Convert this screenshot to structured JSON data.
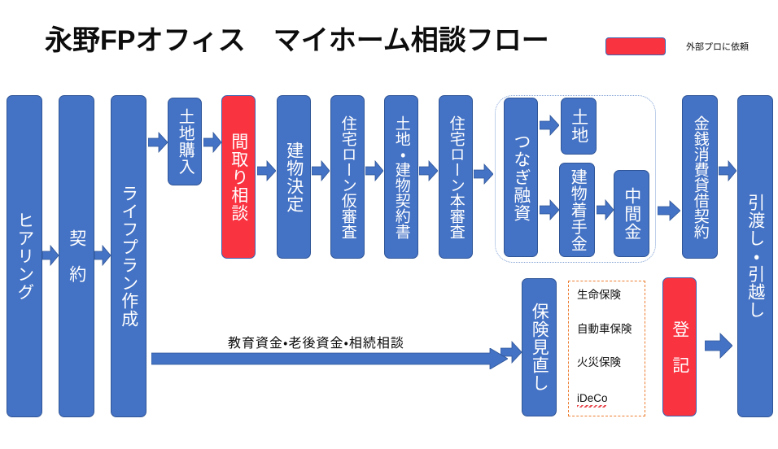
{
  "title": "永野FPオフィス　マイホーム相談フロー",
  "legend": {
    "label": "外部プロに依頼",
    "swatch_color": "#fa3341"
  },
  "colors": {
    "process_blue": "#4472c4",
    "external_red": "#fa3341",
    "group_outline": "#7f9fd4",
    "list_outline": "#ed7d31",
    "text_dark": "#0d0d0d"
  },
  "main_flow": [
    {
      "id": "hearing",
      "label": "ヒアリング",
      "type": "blue"
    },
    {
      "id": "contract",
      "label": "契　約",
      "type": "blue"
    },
    {
      "id": "lifeplan",
      "label": "ライフプラン作成",
      "type": "blue"
    },
    {
      "id": "land-purchase",
      "label": "土地購入",
      "type": "blue"
    },
    {
      "id": "floorplan",
      "label": "間取り相談",
      "type": "red"
    },
    {
      "id": "building-dec",
      "label": "建物決定",
      "type": "blue"
    },
    {
      "id": "loan-pre",
      "label": "住宅ローン仮審査",
      "type": "blue"
    },
    {
      "id": "land-bldg-contract",
      "label": "土地・建物契約書",
      "type": "blue"
    },
    {
      "id": "loan-main",
      "label": "住宅ローン本審査",
      "type": "blue"
    },
    {
      "id": "bridge-loan",
      "label": "つなぎ融資",
      "type": "blue"
    },
    {
      "id": "land",
      "label": "土地",
      "type": "blue"
    },
    {
      "id": "bldg-deposit",
      "label": "建物着手金",
      "type": "blue"
    },
    {
      "id": "interim",
      "label": "中間金",
      "type": "blue"
    },
    {
      "id": "loan-agreement",
      "label": "金銭消費貸借契約",
      "type": "blue"
    },
    {
      "id": "handover",
      "label": "引渡し・引越し",
      "type": "blue"
    }
  ],
  "bottom_flow": [
    {
      "id": "insurance-review",
      "label": "保険見直し",
      "type": "blue"
    },
    {
      "id": "registration",
      "label": "登　記",
      "type": "red"
    }
  ],
  "insurance_list": {
    "items": [
      "生命保険",
      "自動車保険",
      "火災保険",
      "iDeCo"
    ]
  },
  "consult_arrow": {
    "label": "教育資金・老後資金・相続相談"
  }
}
